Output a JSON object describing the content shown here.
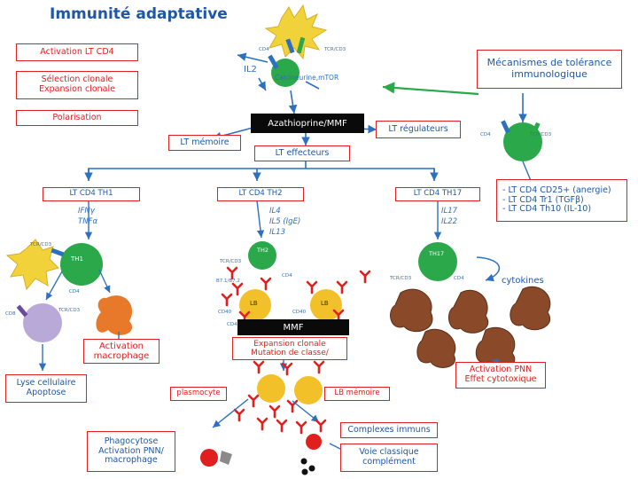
{
  "title": "Immunité adaptative",
  "boxes": {
    "activation_cd4": "Activation LT CD4",
    "selection": [
      "Sélection clonale",
      "Expansion clonale"
    ],
    "polarisation": "Polarisation",
    "azathioprine": "Azathioprine/MMF",
    "lt_memoire": "LT mémoire",
    "lt_regulateurs": "LT régulateurs",
    "lt_effecteurs": "LT effecteurs",
    "tolerance": [
      "Mécanismes de tolérance",
      "immunologique"
    ],
    "th1": "LT CD4 TH1",
    "th2": "LT CD4 TH2",
    "th17": "LT CD4 TH17",
    "activation_macrophage": [
      "Activation",
      "macrophage"
    ],
    "lyse": [
      "Lyse cellulaire",
      "Apoptose"
    ],
    "plasmocyte": "plasmocyte",
    "lb_memoire": "LB mémoire",
    "activation_pnn": [
      "Activation PNN",
      "Effet cytotoxique"
    ],
    "phagocytose": [
      "Phagocytose",
      "Activation PNN/",
      "macrophage"
    ],
    "complexes": "Complexes immuns",
    "voie_classique": [
      "Voie classique",
      "complément"
    ],
    "mmf": "MMF",
    "expansion_clonale": [
      "Expansion clonale",
      "Mutation de classe/"
    ]
  },
  "labels": {
    "il2": "IL2",
    "calcineurine": "Calcineurine,mTOR",
    "minus": "-",
    "cd4": "CD4",
    "tcr_cd3": "TCR/CD3",
    "th1_cyto": [
      "IFNγ",
      "TNFα"
    ],
    "th2_cyto": [
      "IL4",
      "IL5 (IgE)",
      "IL13"
    ],
    "th17_cyto": [
      "IL17",
      "IL22"
    ],
    "treg_list": [
      "- LT CD4 CD25+ (anergie)",
      "- LT CD4 Tr1 (TGFβ)",
      "- LT CD4 Th10 (IL-10)"
    ],
    "cytokines": "cytokines",
    "th1_cell": "TH1",
    "th2_cell": "TH2",
    "th17_cell": "TH17",
    "lb": "LB",
    "cd8": "CD8",
    "cd40": "CD40",
    "cd80_86": "B7",
    "cd80_label": "B7.1/B7.2"
  },
  "colors": {
    "title": "#1f57a6",
    "red": "#e0201e",
    "blue": "#2d6fc0",
    "green": "#2aa84a",
    "dendritic": "#f2d23a",
    "macrophage": "#e8782a",
    "b_cell": "#f2c12a",
    "neutrophil": "#8a4a2a",
    "lymph_purple": "#b8a9d8"
  }
}
